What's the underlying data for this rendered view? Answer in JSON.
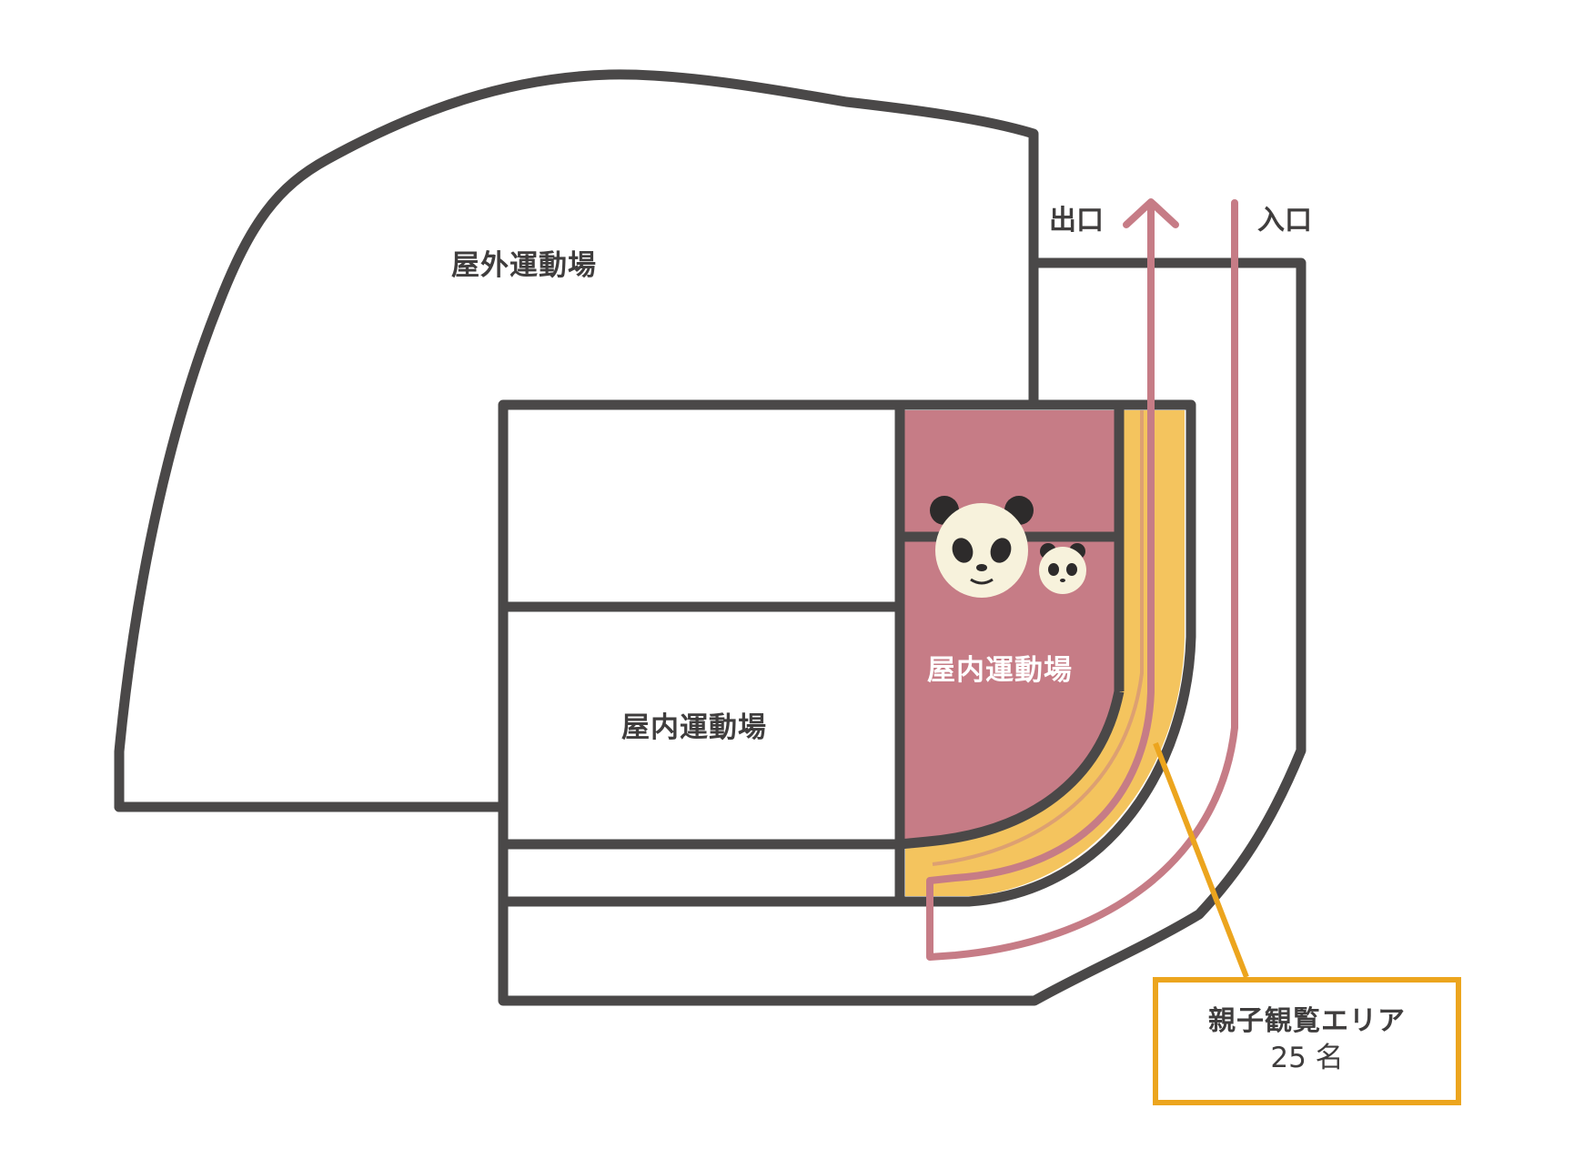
{
  "map": {
    "outdoor_area_label": "屋外運動場",
    "indoor_area_left_label": "屋内運動場",
    "indoor_area_highlight_label": "屋内運動場",
    "exit_label": "出口",
    "entrance_label": "入口",
    "viewing_area": {
      "title": "親子観覧エリア",
      "capacity": "25 名"
    }
  },
  "icons": {
    "adult_panda": "panda-face-icon",
    "baby_panda": "baby-panda-face-icon",
    "exit_arrow": "arrow-up-icon"
  },
  "colors": {
    "wall_stroke": "#4a4848",
    "indoor_highlight": "#c67c86",
    "viewing_area_fill": "#f4c45e",
    "callout_border": "#eca51e",
    "route_line": "#c67c86"
  }
}
